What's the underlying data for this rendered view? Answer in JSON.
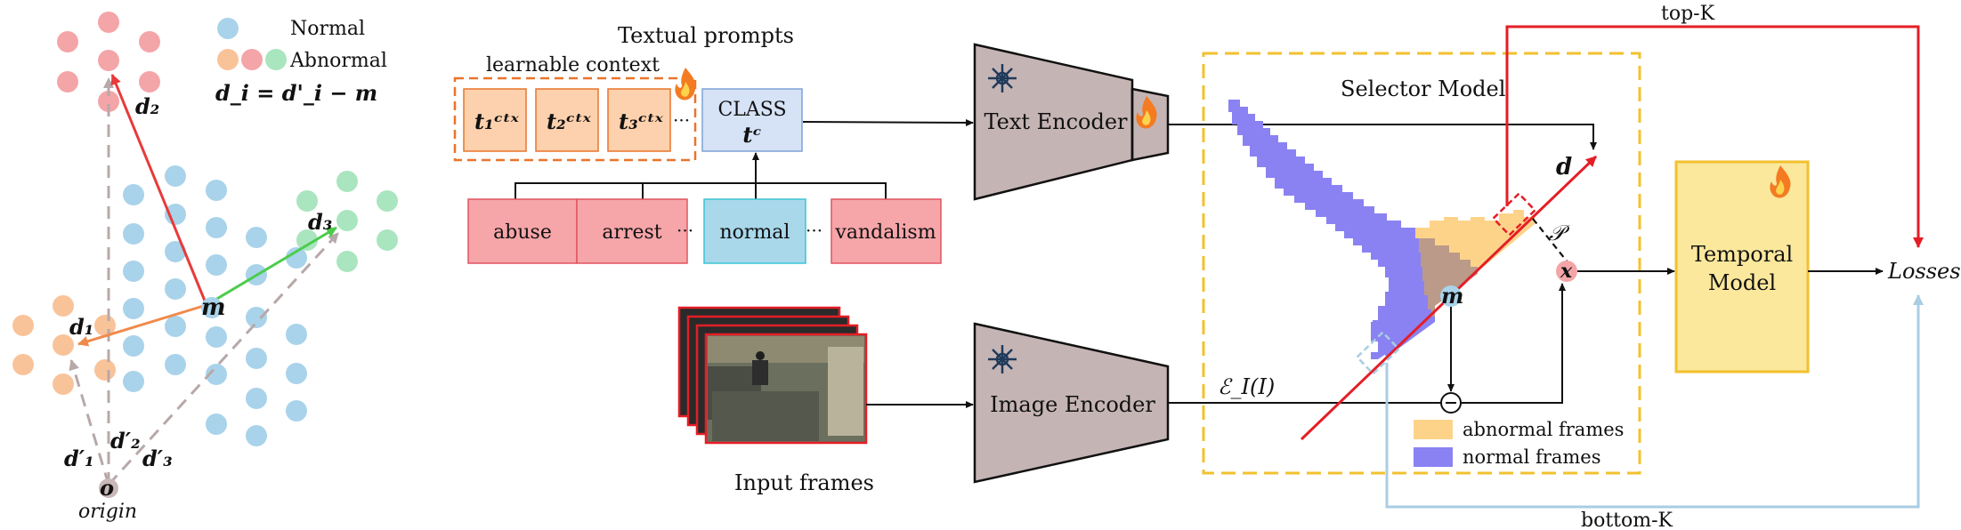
{
  "left_panel": {
    "legend": {
      "normal_label": "Normal",
      "abnormal_label": "Abnormal",
      "equation": "d_i = d'_i − m",
      "colors": {
        "normal": "#a9d3ea",
        "abnormal_1": "#f9c39a",
        "abnormal_2": "#f4a5a8",
        "abnormal_3": "#a9e5bf"
      }
    },
    "vectors": {
      "d1": "d₁",
      "d2": "d₂",
      "d3": "d₃",
      "d1_prime": "d′₁",
      "d2_prime": "d′₂",
      "d3_prime": "d′₃",
      "m": "m",
      "o": "o",
      "origin": "origin",
      "colors": {
        "d1": "#f08a4b",
        "d2": "#e83a3a",
        "d3": "#4ccc4c",
        "prime": "#b8a8a8"
      }
    }
  },
  "prompt_panel": {
    "textual_prompts": "Textual prompts",
    "learnable_context": "learnable context",
    "ctx_tokens": [
      "t₁ᶜᵗˣ",
      "t₂ᶜᵗˣ",
      "t₃ᶜᵗˣ"
    ],
    "ellipsis": "···",
    "class_label": "CLASS",
    "class_token": "tᶜ",
    "classes": [
      "abuse",
      "arrest",
      "normal",
      "vandalism"
    ],
    "class_ellipsis": "···",
    "input_frames": "Input frames",
    "colors": {
      "ctx_fill": "#fdd1ad",
      "ctx_border": "#e9742c",
      "class_fill": "#d6e2f6",
      "class_border": "#7fa2d6",
      "anomaly_fill": "#f6a5a9",
      "normal_fill": "#a9d8ea"
    }
  },
  "encoders": {
    "text_encoder": "Text Encoder",
    "image_encoder": "Image Encoder",
    "encoder_fill": "#c5b4b4"
  },
  "selector": {
    "title": "Selector Model",
    "d_label": "d",
    "p_label": "𝒫",
    "x_label": "x",
    "m_label": "m",
    "ei_label": "ℰ_I(I)",
    "abnormal_frames": "abnormal frames",
    "normal_frames": "normal frames",
    "colors": {
      "abnormal": "#fdd38a",
      "normal": "#8a82f2",
      "overlap": "#bb9a8a",
      "border": "#f2c12e"
    }
  },
  "temporal": {
    "label_line1": "Temporal",
    "label_line2": "Model",
    "fill": "#fbe89c",
    "border": "#f2c12e"
  },
  "outputs": {
    "top_k": "top-K",
    "bottom_k": "bottom-K",
    "losses": "Losses"
  }
}
